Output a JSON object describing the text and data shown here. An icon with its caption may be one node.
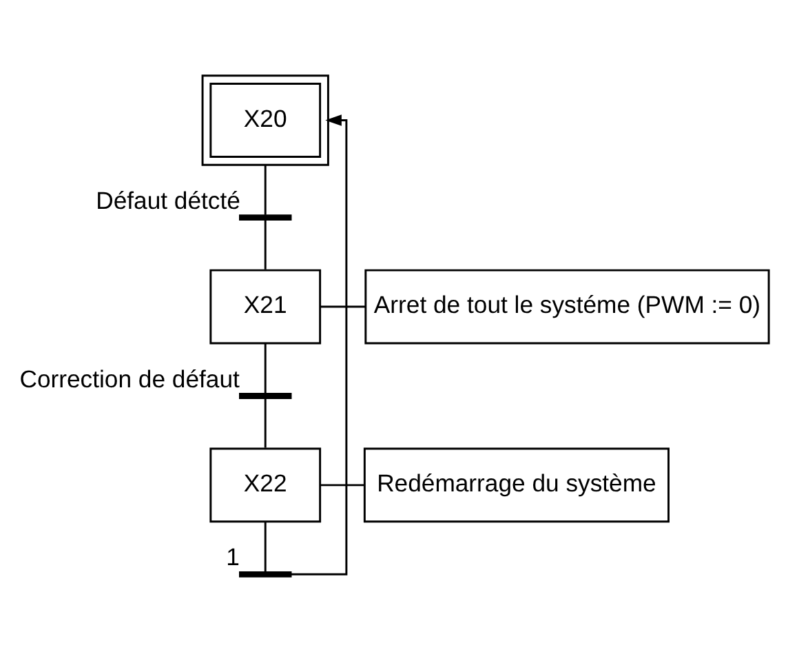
{
  "diagram": {
    "nodes": [
      {
        "text": [
          "X20"
        ]
      },
      {
        "text": [],
        "shape": "bar",
        "beside": [
          "Défaut détcté"
        ]
      },
      {
        "text": [
          "X21"
        ]
      },
      {
        "text": [
          "Arret de tout le systéme (PWM := 0)"
        ]
      },
      {
        "text": [],
        "shape": "bar",
        "beside": [
          "Correction de défaut"
        ]
      },
      {
        "text": [
          "X22"
        ]
      },
      {
        "text": [
          "Redémarrage du système"
        ]
      },
      {
        "text": [],
        "shape": "bar",
        "beside": [
          "1"
        ]
      }
    ],
    "edges": [
      {
        "from": 0,
        "to": 1,
        "arrow": "none"
      },
      {
        "from": 1,
        "to": 2,
        "arrow": "none"
      },
      {
        "from": 2,
        "to": 3,
        "arrow": "none"
      },
      {
        "from": 2,
        "to": 4,
        "arrow": "none"
      },
      {
        "from": 4,
        "to": 5,
        "arrow": "none"
      },
      {
        "from": 5,
        "to": 6,
        "arrow": "none"
      },
      {
        "from": 5,
        "to": 7,
        "arrow": "none"
      },
      {
        "from": 7,
        "to": 0,
        "arrow": "to"
      }
    ]
  }
}
